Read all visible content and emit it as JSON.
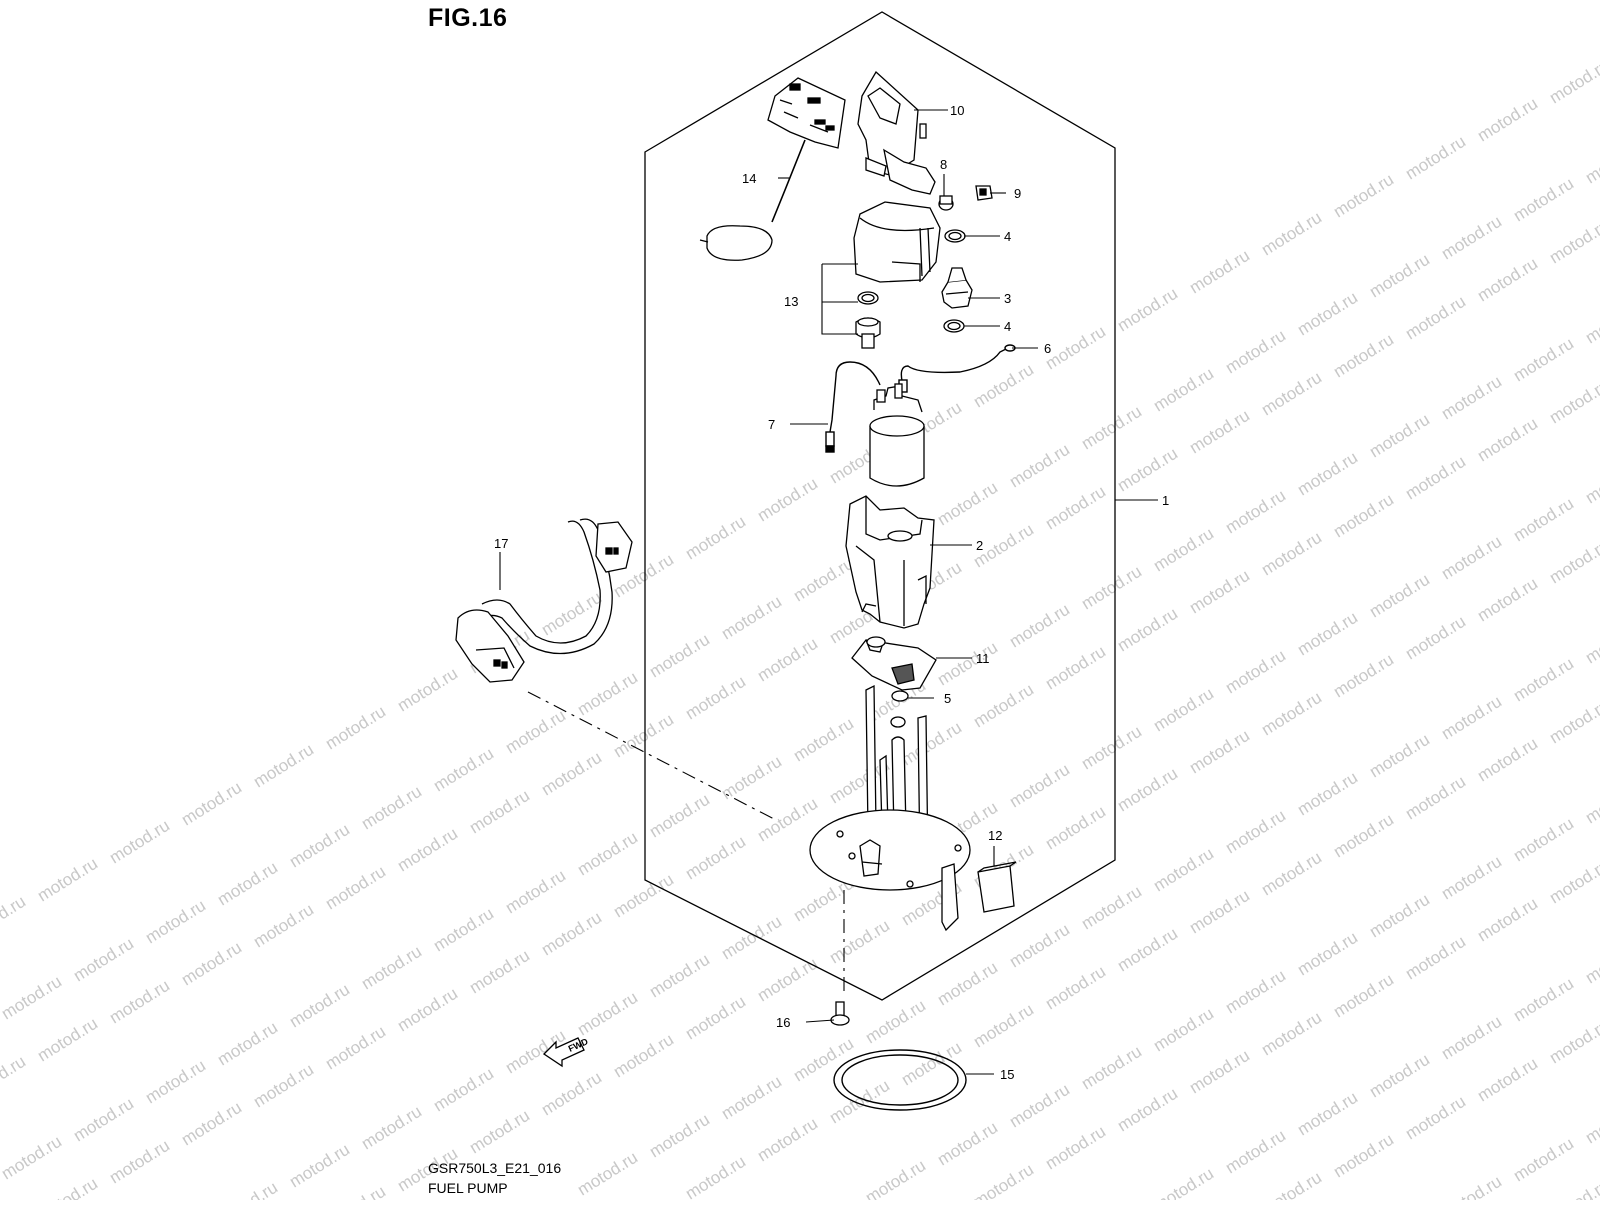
{
  "figure": {
    "title": "FIG.16",
    "diagram_code": "GSR750L3_E21_016",
    "diagram_name": "FUEL PUMP"
  },
  "watermark": {
    "text": "motod.ru",
    "color": "#c8c8c8"
  },
  "forward_arrow": {
    "label": "FWD"
  },
  "callouts": [
    {
      "id": "callout-1",
      "number": "1"
    },
    {
      "id": "callout-2",
      "number": "2"
    },
    {
      "id": "callout-3",
      "number": "3"
    },
    {
      "id": "callout-4a",
      "number": "4"
    },
    {
      "id": "callout-4b",
      "number": "4"
    },
    {
      "id": "callout-5",
      "number": "5"
    },
    {
      "id": "callout-6",
      "number": "6"
    },
    {
      "id": "callout-7",
      "number": "7"
    },
    {
      "id": "callout-8",
      "number": "8"
    },
    {
      "id": "callout-9",
      "number": "9"
    },
    {
      "id": "callout-10",
      "number": "10"
    },
    {
      "id": "callout-11",
      "number": "11"
    },
    {
      "id": "callout-12",
      "number": "12"
    },
    {
      "id": "callout-13",
      "number": "13"
    },
    {
      "id": "callout-14",
      "number": "14"
    },
    {
      "id": "callout-15",
      "number": "15"
    },
    {
      "id": "callout-16",
      "number": "16"
    },
    {
      "id": "callout-17",
      "number": "17"
    }
  ]
}
